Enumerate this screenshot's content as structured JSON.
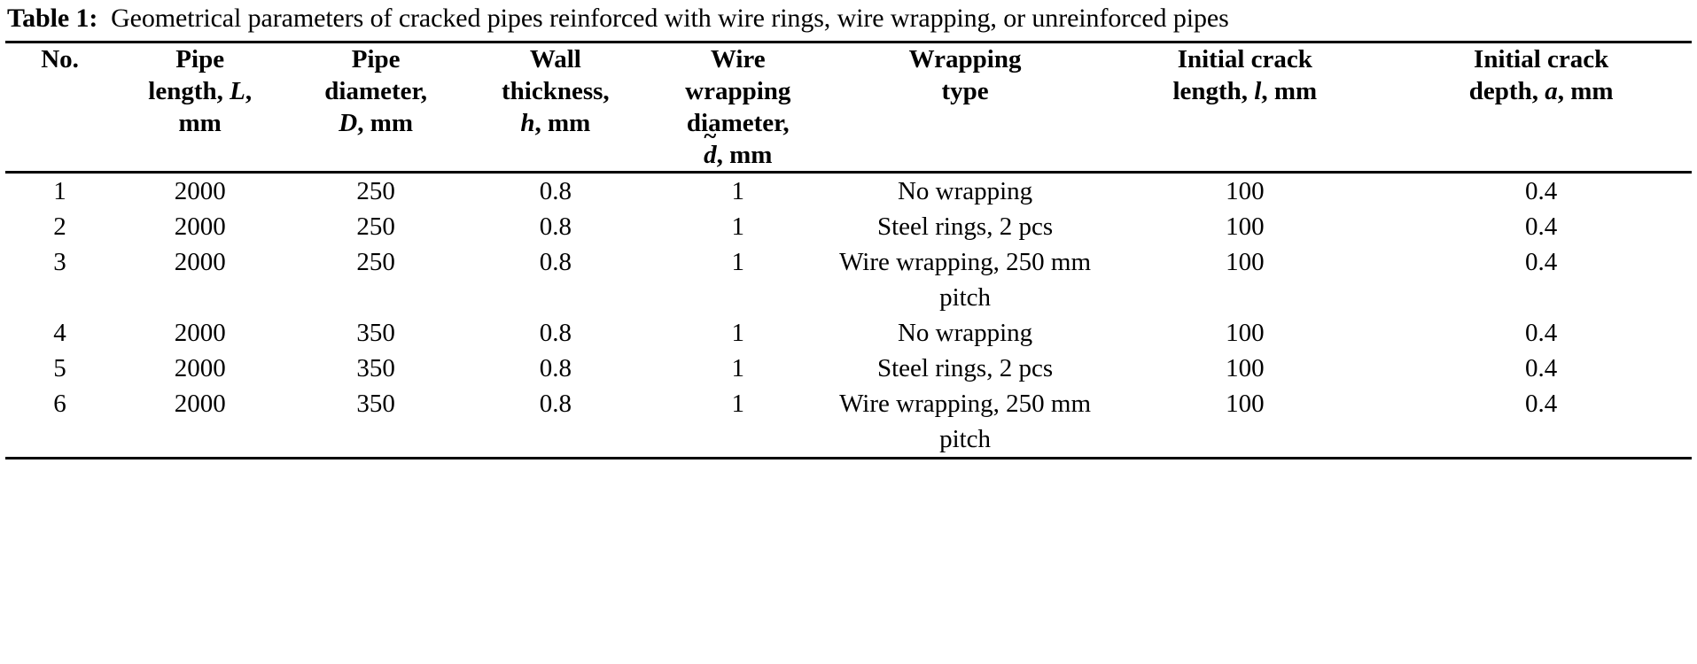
{
  "caption": {
    "label": "Table 1:",
    "text": "Geometrical parameters of cracked pipes reinforced with wire rings, wire wrapping, or unreinforced pipes"
  },
  "table": {
    "headers": [
      {
        "id": "no",
        "lines": [
          "No."
        ]
      },
      {
        "id": "pipe_length",
        "lines": [
          "Pipe",
          "length, L,",
          "mm"
        ],
        "symbol": "L"
      },
      {
        "id": "pipe_diameter",
        "lines": [
          "Pipe",
          "diameter,",
          "D, mm"
        ],
        "symbol": "D"
      },
      {
        "id": "wall_thickness",
        "lines": [
          "Wall",
          "thickness,",
          "h, mm"
        ],
        "symbol": "h"
      },
      {
        "id": "wire_wrapping_diameter",
        "lines": [
          "Wire",
          "wrapping",
          "diameter,",
          "d̃, mm"
        ],
        "symbol": "d̃"
      },
      {
        "id": "wrapping_type",
        "lines": [
          "Wrapping",
          "type"
        ]
      },
      {
        "id": "initial_crack_length",
        "lines": [
          "Initial crack",
          "length, l, mm"
        ],
        "symbol": "l"
      },
      {
        "id": "initial_crack_depth",
        "lines": [
          "Initial crack",
          "depth, a, mm"
        ],
        "symbol": "a"
      }
    ],
    "header_text": {
      "no": "No.",
      "pipe_l1": "Pipe",
      "pipe_l2a": "length, ",
      "pipe_l2b": "L",
      "pipe_l2c": ",",
      "pipe_l3": "mm",
      "dia_l1": "Pipe",
      "dia_l2": "diameter,",
      "dia_l3a": "D",
      "dia_l3b": ", mm",
      "wall_l1": "Wall",
      "wall_l2": "thickness,",
      "wall_l3a": "h",
      "wall_l3b": ", mm",
      "wire_l1": "Wire",
      "wire_l2": "wrapping",
      "wire_l3": "diameter,",
      "wire_l4a": "d",
      "wire_l4tilde": "~",
      "wire_l4b": ", mm",
      "wrap_l1": "Wrapping",
      "wrap_l2": "type",
      "clen_l1": "Initial crack",
      "clen_l2a": "length, ",
      "clen_l2b": "l",
      "clen_l2c": ", mm",
      "cdep_l1": "Initial crack",
      "cdep_l2a": "depth, ",
      "cdep_l2b": "a",
      "cdep_l2c": ", mm"
    },
    "rows": [
      {
        "no": "1",
        "pipe_length": "2000",
        "pipe_diameter": "250",
        "wall_thickness": "0.8",
        "wire_wrapping_diameter": "1",
        "wrapping_type": "No wrapping",
        "initial_crack_length": "100",
        "initial_crack_depth": "0.4"
      },
      {
        "no": "2",
        "pipe_length": "2000",
        "pipe_diameter": "250",
        "wall_thickness": "0.8",
        "wire_wrapping_diameter": "1",
        "wrapping_type": "Steel rings, 2 pcs",
        "initial_crack_length": "100",
        "initial_crack_depth": "0.4"
      },
      {
        "no": "3",
        "pipe_length": "2000",
        "pipe_diameter": "250",
        "wall_thickness": "0.8",
        "wire_wrapping_diameter": "1",
        "wrapping_type": "Wire wrapping, 250 mm pitch",
        "initial_crack_length": "100",
        "initial_crack_depth": "0.4"
      },
      {
        "no": "4",
        "pipe_length": "2000",
        "pipe_diameter": "350",
        "wall_thickness": "0.8",
        "wire_wrapping_diameter": "1",
        "wrapping_type": "No wrapping",
        "initial_crack_length": "100",
        "initial_crack_depth": "0.4"
      },
      {
        "no": "5",
        "pipe_length": "2000",
        "pipe_diameter": "350",
        "wall_thickness": "0.8",
        "wire_wrapping_diameter": "1",
        "wrapping_type": "Steel rings, 2 pcs",
        "initial_crack_length": "100",
        "initial_crack_depth": "0.4"
      },
      {
        "no": "6",
        "pipe_length": "2000",
        "pipe_diameter": "350",
        "wall_thickness": "0.8",
        "wire_wrapping_diameter": "1",
        "wrapping_type": "Wire wrapping, 250 mm pitch",
        "initial_crack_length": "100",
        "initial_crack_depth": "0.4"
      }
    ]
  },
  "colors": {
    "text": "#000000",
    "background": "#ffffff",
    "rule": "#000000"
  }
}
